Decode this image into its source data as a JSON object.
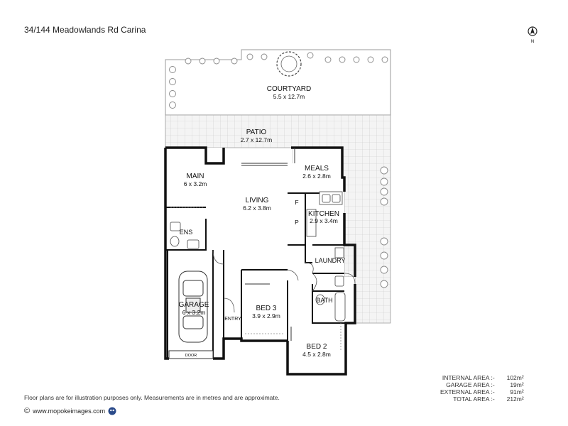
{
  "title": "34/144 Meadowlands Rd Carina",
  "compass": {
    "icon": "north-arrow-icon",
    "label": "N"
  },
  "rooms": {
    "courtyard": {
      "name": "COURTYARD",
      "dims": "5.5 x 12.7m"
    },
    "patio": {
      "name": "PATIO",
      "dims": "2.7 x 12.7m"
    },
    "meals": {
      "name": "MEALS",
      "dims": "2.6 x 2.8m"
    },
    "main": {
      "name": "MAIN",
      "dims": "6 x 3.2m"
    },
    "living": {
      "name": "LIVING",
      "dims": "6.2 x 3.8m"
    },
    "kitchen": {
      "name": "KITCHEN",
      "dims": "2.9 x 3.4m",
      "fridge": "F",
      "pantry": "P"
    },
    "ens": {
      "name": "ENS"
    },
    "laundry": {
      "name": "LAUNDRY"
    },
    "garage": {
      "name": "GARAGE",
      "dims": "6 x 3.2m",
      "door": "DOOR"
    },
    "bed3": {
      "name": "BED 3",
      "dims": "3.9 x 2.9m"
    },
    "bath": {
      "name": "BATH"
    },
    "entry": {
      "name": "ENTRY"
    },
    "bed2": {
      "name": "BED 2",
      "dims": "4.5 x 2.8m"
    }
  },
  "areas": [
    {
      "label": "INTERNAL AREA :-",
      "value": "102m²"
    },
    {
      "label": "GARAGE AREA :-",
      "value": "19m²"
    },
    {
      "label": "EXTERNAL AREA :-",
      "value": "91m²"
    },
    {
      "label": "TOTAL AREA :-",
      "value": "212m²"
    }
  ],
  "disclaimer": "Floor plans are for illustration purposes only. Measurements are in metres and are approximate.",
  "footer": {
    "copyright": "©",
    "website": "www.mopokeimages.com",
    "logo_icon": "mopoke-logo-icon"
  }
}
